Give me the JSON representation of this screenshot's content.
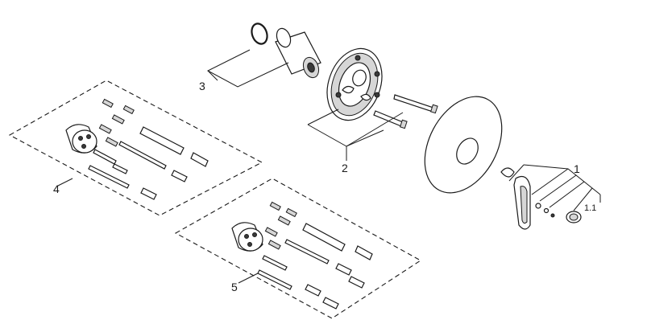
{
  "diagram": {
    "labels": {
      "part_1": "1",
      "part_1_1": "1.1",
      "part_2": "2",
      "part_3": "3",
      "part_4": "4",
      "part_5": "5"
    },
    "colors": {
      "line": "#1a1a1a",
      "background": "#ffffff",
      "shade": "#d6d6d6"
    }
  }
}
